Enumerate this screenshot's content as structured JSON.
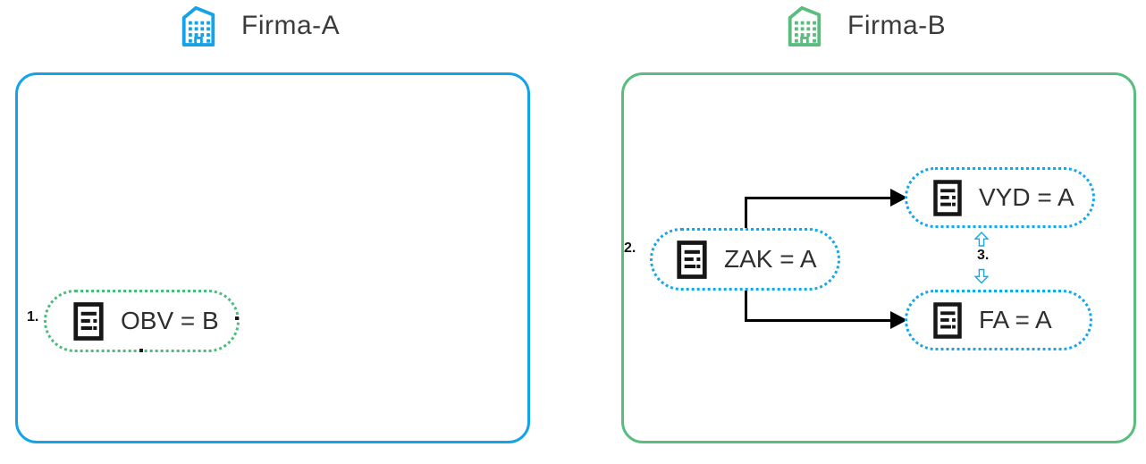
{
  "company_a": {
    "title": "Firma-A",
    "node": {
      "step": "1.",
      "label": "OBV = B"
    }
  },
  "company_b": {
    "title": "Firma-B",
    "zak": {
      "step": "2.",
      "label": "ZAK = A"
    },
    "vyd": {
      "label": "VYD = A"
    },
    "fa": {
      "label": "FA = A"
    },
    "transform_step": "3."
  },
  "icons": {
    "company_a_icon": "building-icon",
    "company_b_icon": "building-icon",
    "node_icon": "document-form-icon",
    "up_icon": "up-white-arrow-icon",
    "down_icon": "down-white-arrow-icon"
  },
  "colors": {
    "company_a_border": "#14a3e8",
    "company_b_border": "#5bbc7f",
    "node_dotted_blue": "#14a7ea",
    "node_dotted_green": "#4cbb7c",
    "connector": "#000000",
    "title_text": "#3b3b3b",
    "node_text": "#2f2f2f"
  }
}
